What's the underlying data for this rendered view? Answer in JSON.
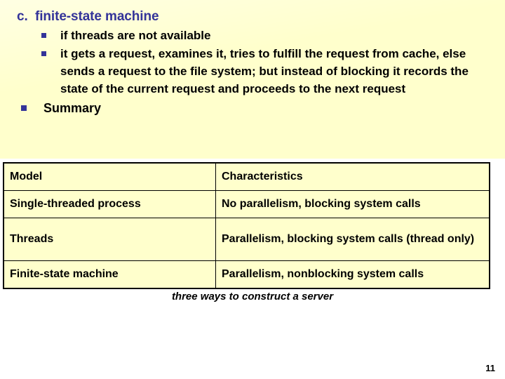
{
  "slide": {
    "background_color": "#ffffff",
    "content_band_color": "#ffffcc",
    "heading_color": "#333399",
    "body_color": "#000000",
    "border_color": "#000000"
  },
  "outline": {
    "heading": {
      "marker": "c.",
      "text": "finite-state machine"
    },
    "sub_bullets": [
      {
        "bullet": "square-bullet",
        "text": "if threads are not available"
      },
      {
        "bullet": "square-bullet",
        "text": "it gets a request, examines it, tries to fulfill the request from cache, else sends a request to the file system; but instead of blocking it records the state of the current request and proceeds to the next request"
      }
    ],
    "summary_bullet": {
      "bullet": "square-bullet",
      "text": "Summary"
    }
  },
  "table": {
    "headers": [
      "Model",
      "Characteristics"
    ],
    "rows": [
      [
        "Single-threaded process",
        "No parallelism, blocking system calls"
      ],
      [
        "Threads",
        "Parallelism, blocking system calls (thread only)"
      ],
      [
        "Finite-state machine",
        "Parallelism, nonblocking system calls"
      ]
    ]
  },
  "caption": "three ways to construct a server",
  "page_number": "11"
}
